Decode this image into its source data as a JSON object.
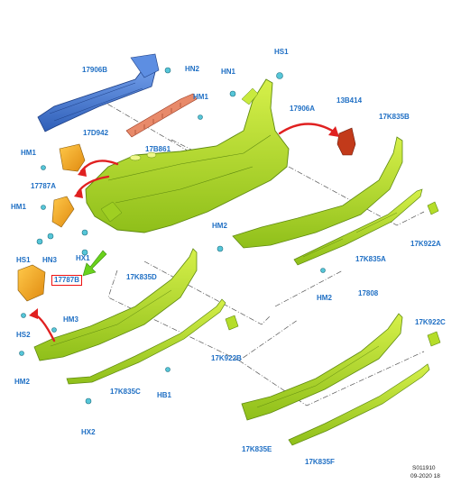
{
  "diagram": {
    "labels": {
      "17906B": "17906B",
      "HN2": "HN2",
      "HN1_top": "HN1",
      "HS1_top": "HS1",
      "HM1_a": "HM1",
      "17906A": "17906A",
      "13B414": "13B414",
      "17K835B": "17K835B",
      "17D942": "17D942",
      "17B861": "17B861",
      "HM1_b": "HM1",
      "17787A": "17787A",
      "HM1_c": "HM1",
      "HM2_a": "HM2",
      "17K922A": "17K922A",
      "HN3": "HN3",
      "HS1_b": "HS1",
      "HX1": "HX1",
      "17K835A": "17K835A",
      "17K835D": "17K835D",
      "17787B": "17787B",
      "HM2_b": "HM2",
      "17808": "17808",
      "HM3": "HM3",
      "17K922C": "17K922C",
      "HS2": "HS2",
      "17K922B": "17K922B",
      "HM2_c": "HM2",
      "17K835C": "17K835C",
      "HB1": "HB1",
      "HX2": "HX2",
      "17K835E": "17K835E",
      "17K835F": "17K835F"
    },
    "colors": {
      "label": "#1f6fc4",
      "bumper_green": "#b5dd2a",
      "bumper_edge": "#5f8a10",
      "beam_blue": "#4a7fd8",
      "bracket_orange": "#f2a81c",
      "reflector_red": "#c23a1a",
      "arrow_red": "#e02020",
      "arrow_green": "#6ad21c",
      "fastener_cyan": "#56c6d8"
    },
    "footer": {
      "code": "S011910",
      "date": "09-2020 18"
    }
  }
}
